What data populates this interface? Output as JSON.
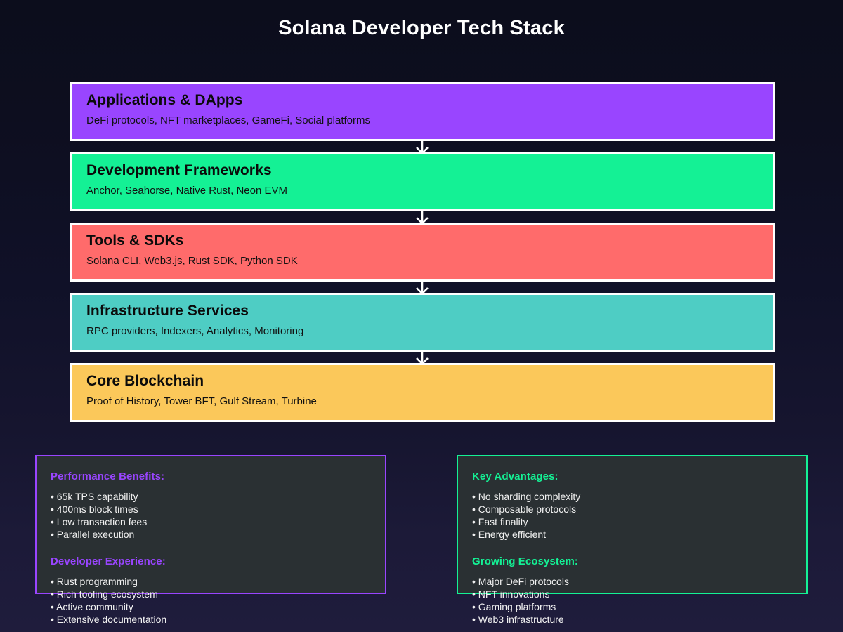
{
  "page": {
    "title": "Solana Developer Tech Stack",
    "background_color": "#0d0e1f"
  },
  "stack": {
    "arrow_icon": "arrow-down-icon",
    "layers": [
      {
        "title": "Applications & DApps",
        "subtitle": "DeFi protocols, NFT marketplaces, GameFi, Social platforms",
        "color": "#9945FF"
      },
      {
        "title": "Development Frameworks",
        "subtitle": "Anchor, Seahorse, Native Rust, Neon EVM",
        "color": "#14F195"
      },
      {
        "title": "Tools & SDKs",
        "subtitle": "Solana CLI, Web3.js, Rust SDK, Python SDK",
        "color": "#FF6B6B"
      },
      {
        "title": "Infrastructure Services",
        "subtitle": "RPC providers, Indexers, Analytics, Monitoring",
        "color": "#4ECDC4"
      },
      {
        "title": "Core Blockchain",
        "subtitle": "Proof of History, Tower BFT, Gulf Stream, Turbine",
        "color": "#FBC85A"
      }
    ]
  },
  "panels": {
    "left": {
      "accent_color": "#9945FF",
      "sections": [
        {
          "heading": "Performance Benefits:",
          "items": [
            "• 65k TPS capability",
            "• 400ms block times",
            "• Low transaction fees",
            "• Parallel execution"
          ]
        },
        {
          "heading": "Developer Experience:",
          "items": [
            "• Rust programming",
            "• Rich tooling ecosystem",
            "• Active community",
            "• Extensive documentation"
          ]
        }
      ]
    },
    "right": {
      "accent_color": "#14F195",
      "sections": [
        {
          "heading": "Key Advantages:",
          "items": [
            "• No sharding complexity",
            "• Composable protocols",
            "• Fast finality",
            "• Energy efficient"
          ]
        },
        {
          "heading": "Growing Ecosystem:",
          "items": [
            "• Major DeFi protocols",
            "• NFT innovations",
            "• Gaming platforms",
            "• Web3 infrastructure"
          ]
        }
      ]
    }
  }
}
